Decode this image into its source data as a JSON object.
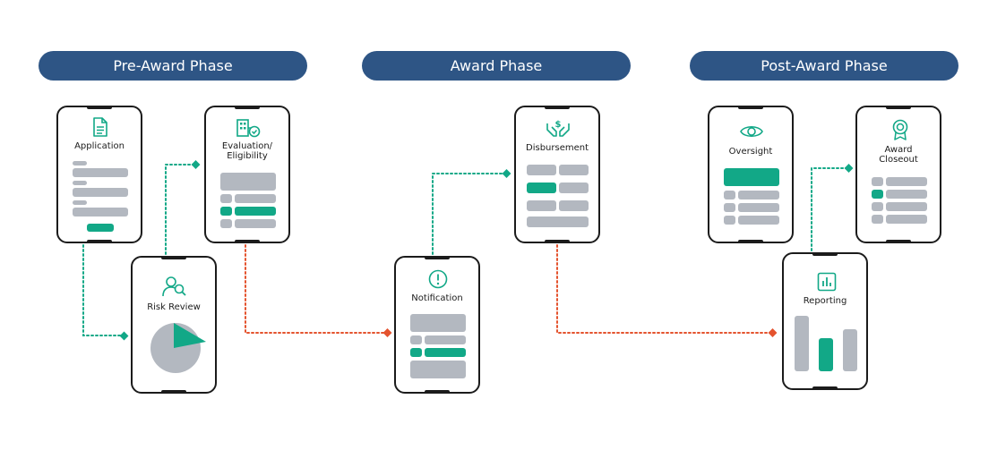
{
  "colors": {
    "phase_pill": "#2e5585",
    "phase_text": "#ffffff",
    "accent_green": "#12a887",
    "accent_red": "#e4532e",
    "placeholder_gray": "#b3b8c0",
    "phone_outline": "#1b1b1b"
  },
  "phases": [
    {
      "label": "Pre-Award Phase"
    },
    {
      "label": "Award Phase"
    },
    {
      "label": "Post-Award Phase"
    }
  ],
  "steps": {
    "application": {
      "title": "Application",
      "icon": "document-icon"
    },
    "evaluation": {
      "title_line1": "Evaluation/",
      "title_line2": "Eligibility",
      "icon": "building-check-icon"
    },
    "risk_review": {
      "title": "Risk Review",
      "icon": "person-search-icon"
    },
    "notification": {
      "title": "Notification",
      "icon": "alert-circle-icon"
    },
    "disbursement": {
      "title": "Disbursement",
      "icon": "hands-dollar-icon"
    },
    "oversight": {
      "title": "Oversight",
      "icon": "eye-icon"
    },
    "award_closeout": {
      "title_line1": "Award",
      "title_line2": "Closeout",
      "icon": "award-ribbon-icon"
    },
    "reporting": {
      "title": "Reporting",
      "icon": "bar-chart-icon"
    }
  },
  "connectors": [
    {
      "from": "application",
      "to": "risk_review",
      "style": "green-dotted"
    },
    {
      "from": "risk_review",
      "to": "evaluation",
      "style": "green-dotted"
    },
    {
      "from": "evaluation",
      "to": "notification",
      "style": "red-dotted"
    },
    {
      "from": "notification",
      "to": "disbursement",
      "style": "green-dotted"
    },
    {
      "from": "disbursement",
      "to": "reporting",
      "style": "red-dotted"
    },
    {
      "from": "reporting",
      "to": "award_closeout",
      "style": "green-dotted"
    }
  ]
}
